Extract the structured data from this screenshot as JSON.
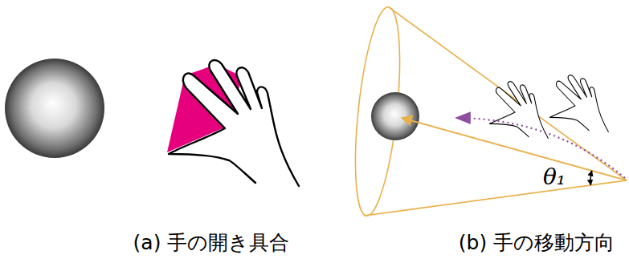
{
  "diagram": {
    "labels": [
      "(a) 手の開き具合",
      "(b) 手の移動方向",
      "θ₁"
    ]
  }
}
